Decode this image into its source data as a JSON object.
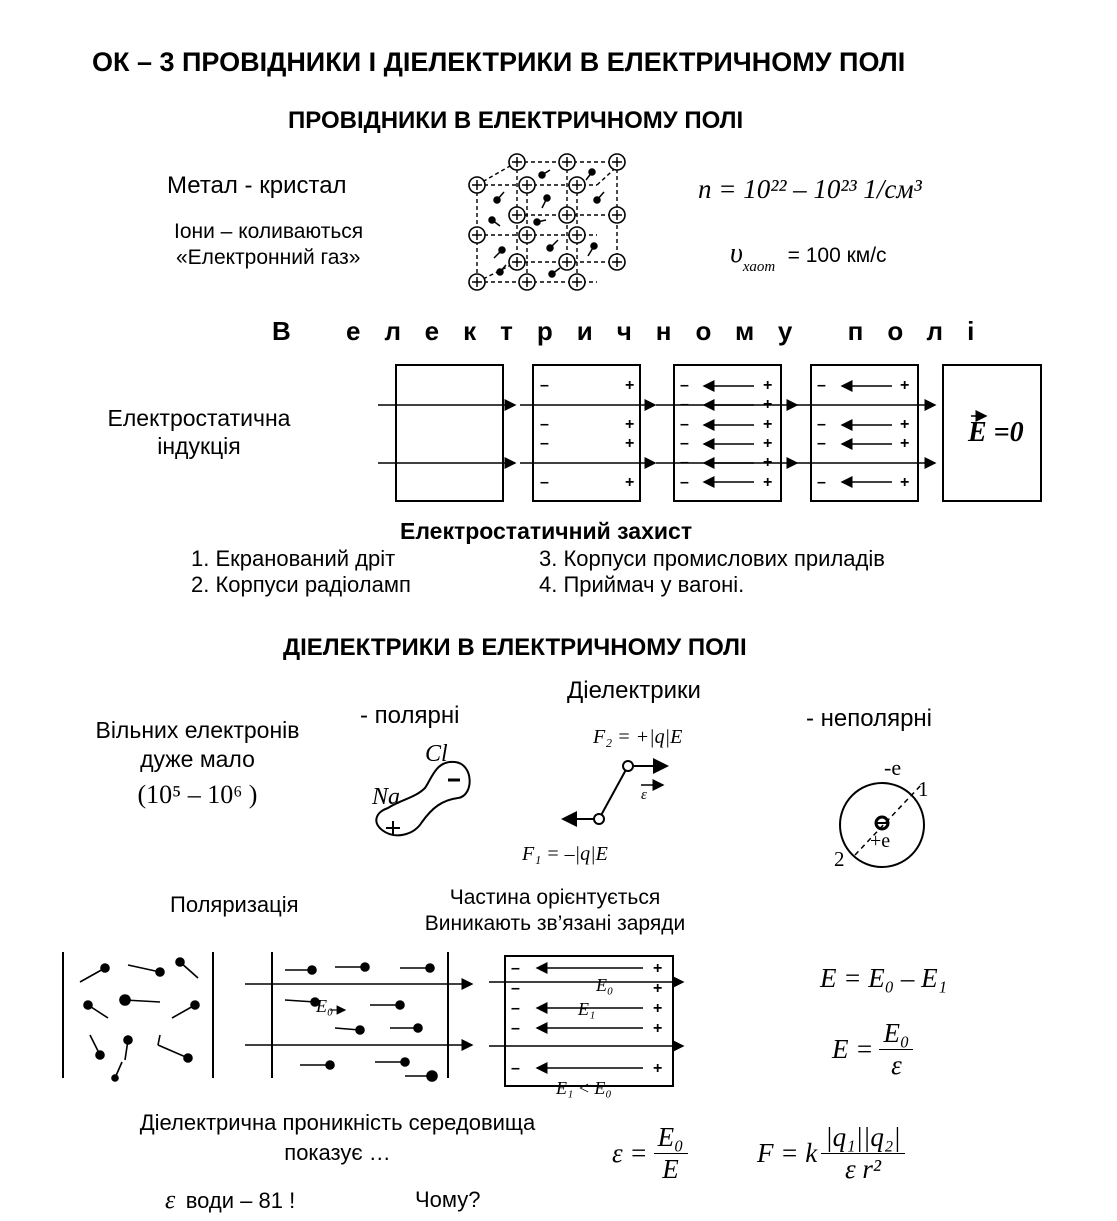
{
  "title": "ОК – 3  ПРОВІДНИКИ І ДІЕЛЕКТРИКИ В ЕЛЕКТРИЧНОМУ ПОЛІ",
  "conductors": {
    "heading": "ПРОВІДНИКИ В ЕЛЕКТРИЧНОМУ ПОЛІ",
    "metal_crystal": "Метал - кристал",
    "ions_line": "Іони – коливаються",
    "gas_line": "«Електронний газ»",
    "n_formula": "n = 10²² – 10²³  1/см³",
    "v_symbol": "υ",
    "v_sub": "хаот",
    "v_value": "= 100 км/с"
  },
  "field": {
    "heading": "В електричному полі",
    "induction_line1": "Електростатична",
    "induction_line2": "індукція",
    "e_zero": "E =0"
  },
  "shielding": {
    "heading": "Електростатичний захист",
    "items": [
      "1. Екранований дріт",
      "2. Корпуси радіоламп",
      "3. Корпуси промислових приладів",
      "4. Приймач у вагоні."
    ]
  },
  "dielectrics": {
    "heading": "ДІЕЛЕКТРИКИ В ЕЛЕКТРИЧНОМУ ПОЛІ",
    "label": "Діелектрики",
    "polar": "- полярні",
    "nonpolar": "- неполярні",
    "free_electrons_1": "Вільних електронів",
    "free_electrons_2": "дуже мало",
    "free_electrons_3": "(10⁵ – 10⁶ )",
    "cl": "Cl",
    "na": "Na",
    "f2": "F₂ = +|q|E",
    "f1": "F₁ = –|q|E",
    "minus_e": "-e",
    "plus_e": "+e",
    "num1": "1",
    "num2": "2",
    "e_small": "ε",
    "polarization": "Поляризація",
    "orient_line1": "Частина орієнтується",
    "orient_line2": "Виникають зв’язані заряди",
    "e0_label": "E₀",
    "e1_label": "E₁",
    "e1_lt_e0": "E₁ < E₀",
    "formula_e_diff": "E = E₀ – E₁",
    "formula_e_frac_lhs": "E =",
    "formula_e_frac_num": "E₀",
    "formula_e_frac_den": "ε",
    "permittivity_1": "Діелектрична проникність середовища",
    "permittivity_2": "показує …",
    "eps_lhs": "ε =",
    "eps_num": "E₀",
    "eps_den": "E",
    "f_lhs": "F = k",
    "f_num": "|q₁||q₂|",
    "f_den": "ε r²",
    "water_eps": "ε",
    "water_text": "води – 81 !",
    "why": "Чому?"
  }
}
